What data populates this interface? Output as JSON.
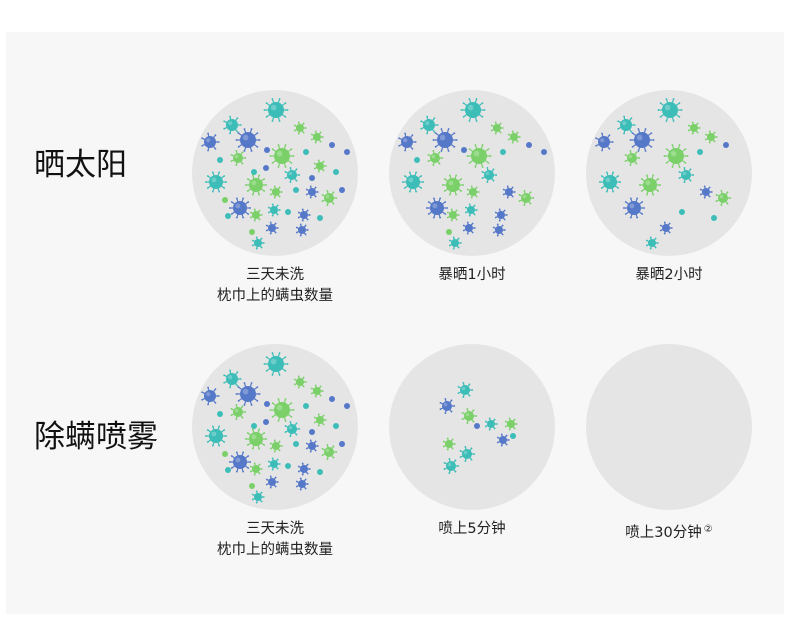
{
  "rows": [
    {
      "label": "晒太阳",
      "panels": [
        {
          "caption_lines": [
            "三天未洗",
            "枕巾上的螨虫数量"
          ],
          "density": "full"
        },
        {
          "caption_lines": [
            "暴晒1小时"
          ],
          "density": "most"
        },
        {
          "caption_lines": [
            "暴晒2小时"
          ],
          "density": "fewer"
        }
      ]
    },
    {
      "label": "除螨喷雾",
      "panels": [
        {
          "caption_lines": [
            "三天未洗",
            "枕巾上的螨虫数量"
          ],
          "density": "full"
        },
        {
          "caption_lines": [
            "喷上5分钟"
          ],
          "density": "few"
        },
        {
          "caption_lines": [
            "喷上30分钟"
          ],
          "footnote": "②",
          "density": "none"
        }
      ]
    }
  ],
  "colors": {
    "circle": "#e5e5e5",
    "teal": "#3dbdb8",
    "blue": "#5678c8",
    "green": "#7bd06a"
  },
  "icons": [
    "dust-mite-icon"
  ]
}
